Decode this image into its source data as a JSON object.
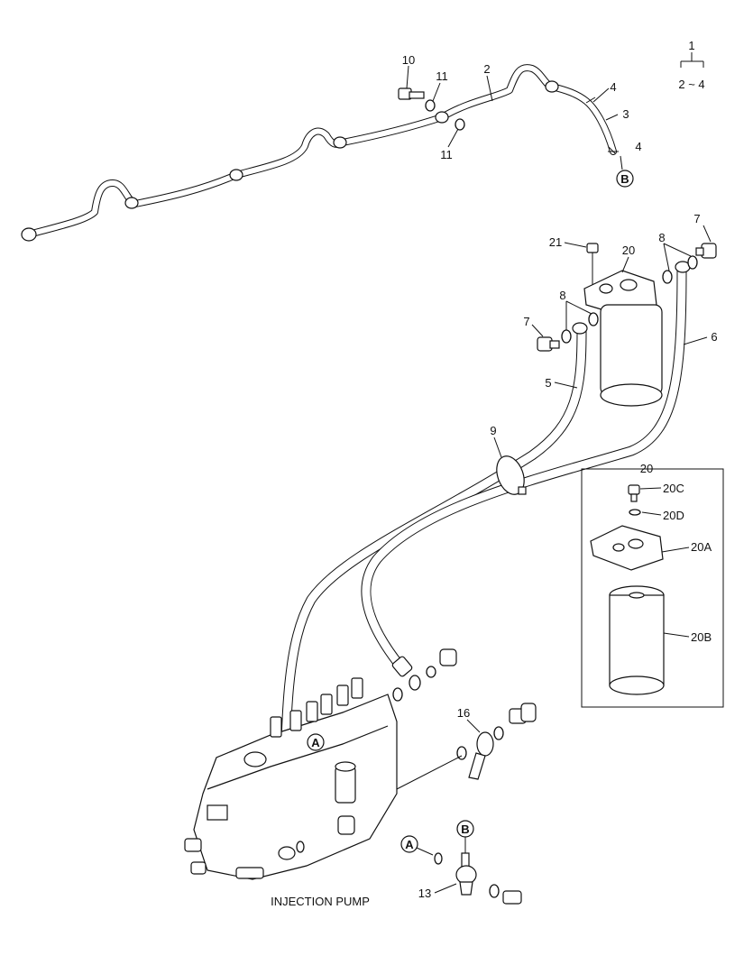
{
  "callouts": {
    "c1": "1",
    "c1_range": "2 ~ 4",
    "c2": "2",
    "c3": "3",
    "c4a": "4",
    "c4b": "4",
    "c5": "5",
    "c6": "6",
    "c7a": "7",
    "c7b": "7",
    "c8a": "8",
    "c8b": "8",
    "c9": "9",
    "c10": "10",
    "c11a": "11",
    "c11b": "11",
    "c13": "13",
    "c16": "16",
    "c20": "20",
    "c20box": "20",
    "c20A": "20A",
    "c20B": "20B",
    "c20C": "20C",
    "c20D": "20D",
    "c21": "21"
  },
  "refs": {
    "A_pump": "A",
    "A_fitting": "A",
    "B_pipe": "B",
    "B_fitting": "B"
  },
  "caption": "INJECTION PUMP"
}
